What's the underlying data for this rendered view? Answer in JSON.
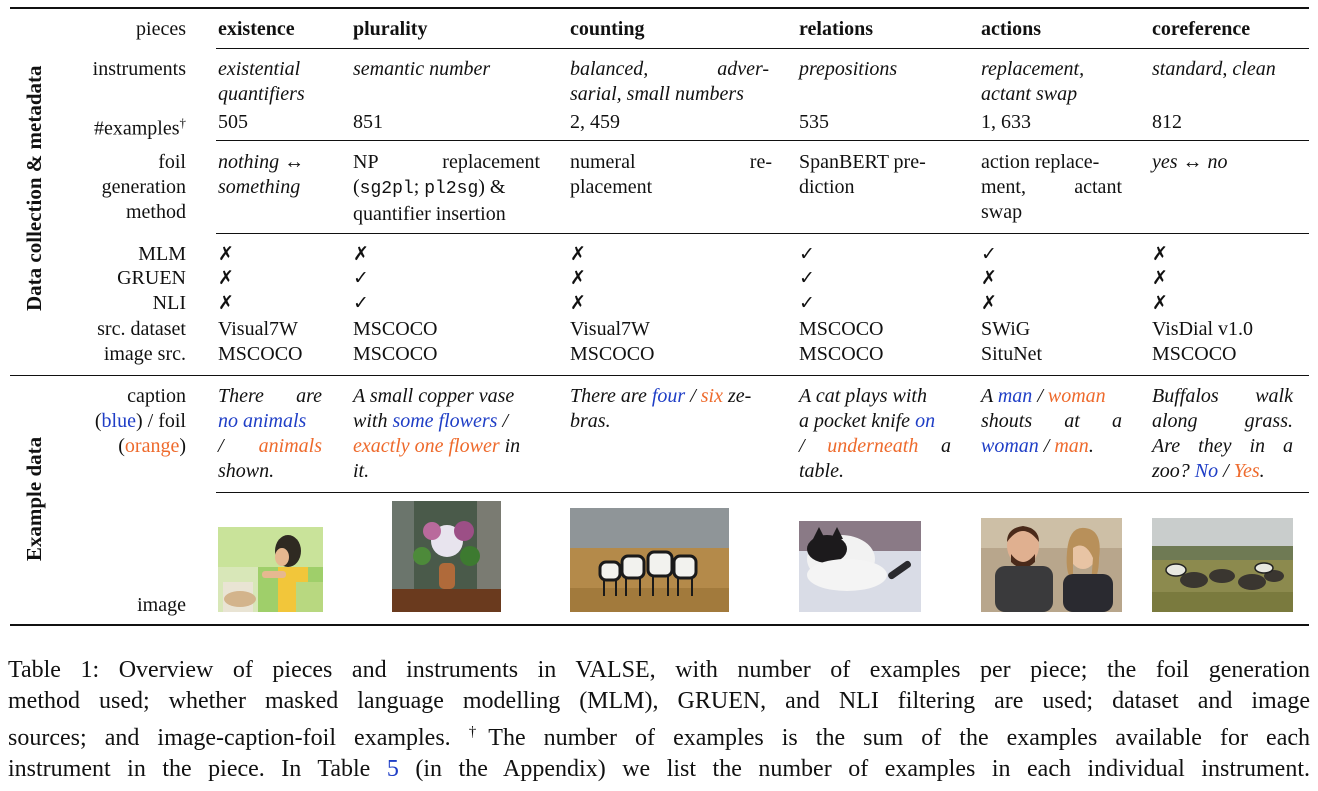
{
  "side_labels": {
    "top": "Data collection & metadata",
    "bottom": "Example data"
  },
  "row_labels": {
    "pieces": "pieces",
    "instruments": "instruments",
    "examples": "#examples",
    "examples_sup": "†",
    "foil_1": "foil",
    "foil_2": "generation",
    "foil_3": "method",
    "mlm": "MLM",
    "gruen": "GRUEN",
    "nli": "NLI",
    "src_dataset": "src. dataset",
    "image_src": "image src.",
    "caption_1": "caption",
    "caption_2_blue": "blue",
    "caption_2_rest": " / foil",
    "caption_3_orange": "orange",
    "image": "image"
  },
  "columns": [
    {
      "piece": "existence",
      "instruments": [
        "existential",
        "quantifiers"
      ],
      "examples": "505",
      "foil_method": [
        "nothing ↔",
        "something"
      ],
      "mlm": "✗",
      "gruen": "✗",
      "nli": "✗",
      "src_dataset": "Visual7W",
      "image_src": "MSCOCO",
      "example": {
        "l1a": "There",
        "l1b": "are",
        "l2_blue": "no animals",
        "l3a": "/",
        "l3_orange": "animals",
        "l4": "shown."
      },
      "image_icon": "woman-in-yellow-bathroom-photo"
    },
    {
      "piece": "plurality",
      "instruments": [
        "semantic number"
      ],
      "examples": "851",
      "foil_method": {
        "l1a": "NP",
        "l1b": "replacement",
        "l2_code1": "sg2pl",
        "l2_sep": "; ",
        "l2_code2": "pl2sg",
        "l2_end": ") &",
        "l3": "quantifier insertion"
      },
      "mlm": "✗",
      "gruen": "✓",
      "nli": "✓",
      "src_dataset": "MSCOCO",
      "image_src": "MSCOCO",
      "example": {
        "l1": "A small copper vase",
        "l2a": "with ",
        "l2_blue": "some flowers",
        "l2b": " /",
        "l3_orange": "exactly one flower",
        "l3b": " in",
        "l4": "it."
      },
      "image_icon": "flower-vase-photo"
    },
    {
      "piece": "counting",
      "instruments": {
        "l1a": "balanced,",
        "l1b": "adver-",
        "l2": "sarial, small numbers"
      },
      "examples": "2, 459",
      "foil_method": {
        "l1a": "numeral",
        "l1b": "re-",
        "l2": "placement"
      },
      "mlm": "✗",
      "gruen": "✗",
      "nli": "✗",
      "src_dataset": "Visual7W",
      "image_src": "MSCOCO",
      "example": {
        "l1a": "There are ",
        "l1_blue": "four",
        "l1b": " / ",
        "l1_orange": "six",
        "l1c": " ze-",
        "l2": "bras."
      },
      "image_icon": "zebras-photo"
    },
    {
      "piece": "relations",
      "instruments": [
        "prepositions"
      ],
      "examples": "535",
      "foil_method": {
        "l1": "SpanBERT pre-",
        "l2": "diction"
      },
      "mlm": "✓",
      "gruen": "✓",
      "nli": "✓",
      "src_dataset": "MSCOCO",
      "image_src": "MSCOCO",
      "example": {
        "l1": "A cat plays with",
        "l2a": "a pocket knife ",
        "l2_blue": "on",
        "l3a": "/ ",
        "l3_orange": "underneath",
        "l3b": "a",
        "l4": "table."
      },
      "image_icon": "cat-with-knife-photo"
    },
    {
      "piece": "actions",
      "instruments": [
        "replacement,",
        "actant swap"
      ],
      "examples": "1, 633",
      "foil_method": {
        "l1": "action replace-",
        "l2a": "ment,",
        "l2b": "actant",
        "l3": "swap"
      },
      "mlm": "✓",
      "gruen": "✗",
      "nli": "✗",
      "src_dataset": "SWiG",
      "image_src": "SituNet",
      "example": {
        "l1a": "A ",
        "l1_blue": "man",
        "l1b": " / ",
        "l1_orange": "woman",
        "l2a": "shouts",
        "l2b": "at",
        "l2c": "a",
        "l3_blue": "woman",
        "l3b": " / ",
        "l3_orange": "man",
        "l3c": "."
      },
      "image_icon": "man-and-woman-talking-photo"
    },
    {
      "piece": "coreference",
      "instruments": {
        "l1a": "standard",
        "l1b": ", ",
        "l1c": "clean"
      },
      "examples": "812",
      "foil_method": {
        "l1a": "yes",
        "l1b": " ↔ ",
        "l1c": "no"
      },
      "mlm": "✗",
      "gruen": "✗",
      "nli": "✗",
      "src_dataset": "VisDial v1.0",
      "image_src": "MSCOCO",
      "example": {
        "l1a": "Buffalos",
        "l1b": "walk",
        "l2a": "along",
        "l2b": "grass.",
        "l3a": "Are",
        "l3b": "they",
        "l3c": "in",
        "l3d": "a",
        "l4a": "zoo? ",
        "l4_blue": "No",
        "l4b": " / ",
        "l4_orange": "Yes",
        "l4c": "."
      },
      "image_icon": "buffalo-and-zebras-grassland-photo"
    }
  ],
  "caption": {
    "line1": "Table 1: Overview of pieces and instruments in VALSE, with number of examples per piece; the foil generation",
    "line2": "method used; whether masked language modelling (MLM), GRUEN, and NLI filtering are used; dataset and image",
    "line3a": "sources; and image-caption-foil examples. ",
    "line3_sup": "†",
    "line3b": "The number of examples is the sum of the examples available for each",
    "line4a": "instrument in the piece. In Table ",
    "line4_ref": "5",
    "line4b": " (in the Appendix) we list the number of examples in each individual instrument."
  },
  "colors": {
    "blue": "#1f3ec6",
    "orange": "#ee6a2c"
  }
}
